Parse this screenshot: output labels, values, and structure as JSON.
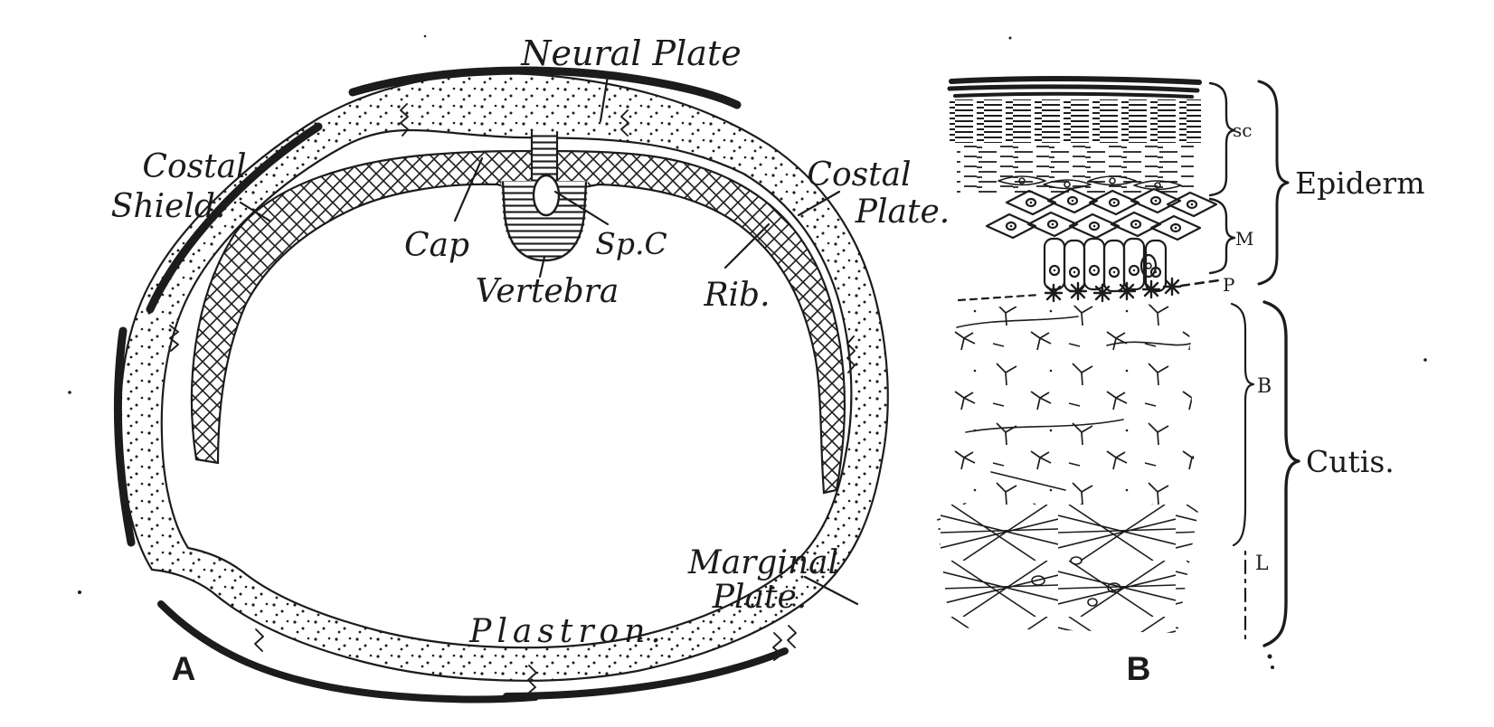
{
  "figure": {
    "ink_color": "#1c1c1c",
    "paper_color": "#ffffff",
    "panel_a": {
      "caption": "A",
      "labels": {
        "neural_plate": "Neural Plate",
        "costal_shield": [
          "Costal",
          "Shield."
        ],
        "cap": "Cap",
        "spinal_canal": "Sp.C",
        "vertebra": "Vertebra",
        "rib": "Rib.",
        "costal_plate": [
          "Costal",
          "Plate."
        ],
        "marginal_plate": [
          "Marginal",
          "Plate."
        ],
        "plastron": "Plastron."
      }
    },
    "panel_b": {
      "caption": "B",
      "labels": {
        "epiderm": "Epiderm",
        "cutis": "Cutis.",
        "stratum_corneum": "sc",
        "malpighian_layer": "M",
        "pigment_layer": "P",
        "upper_cutis": "B",
        "lower_cutis": "L"
      }
    }
  }
}
